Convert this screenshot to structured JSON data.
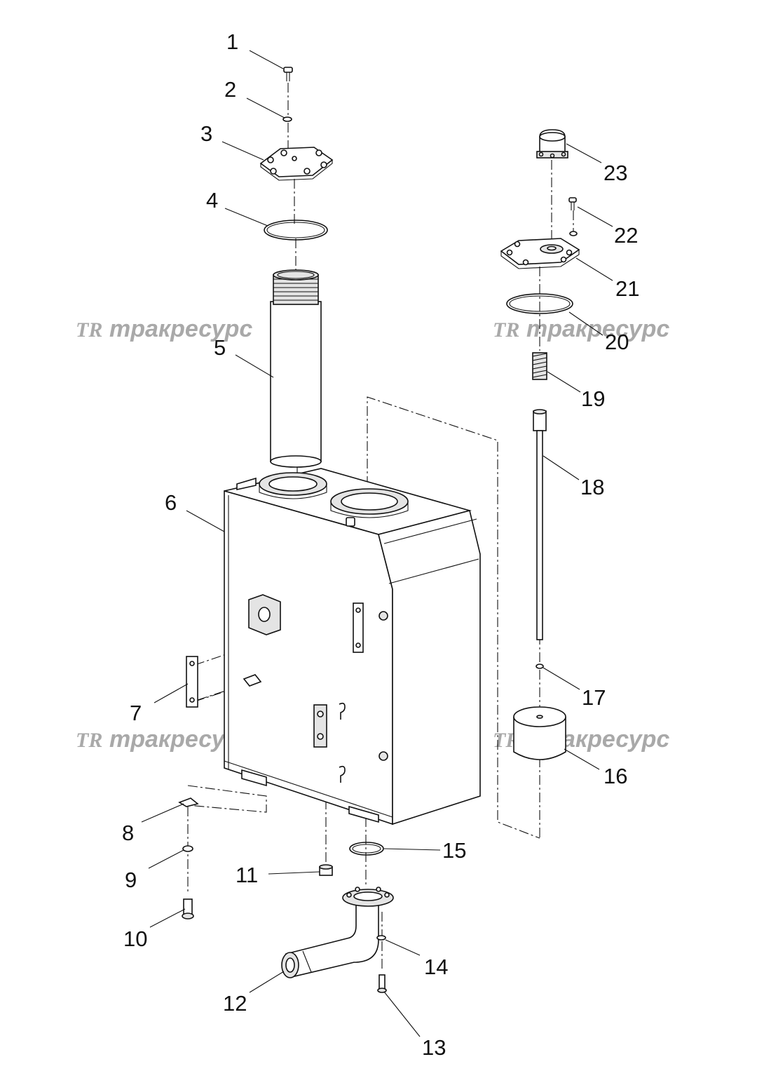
{
  "callouts": [
    "1",
    "2",
    "3",
    "4",
    "5",
    "6",
    "7",
    "8",
    "9",
    "10",
    "11",
    "12",
    "13",
    "14",
    "15",
    "16",
    "17",
    "18",
    "19",
    "20",
    "21",
    "22",
    "23"
  ],
  "watermark": {
    "logo_text": "TR",
    "brand_text": "тракресурс"
  }
}
